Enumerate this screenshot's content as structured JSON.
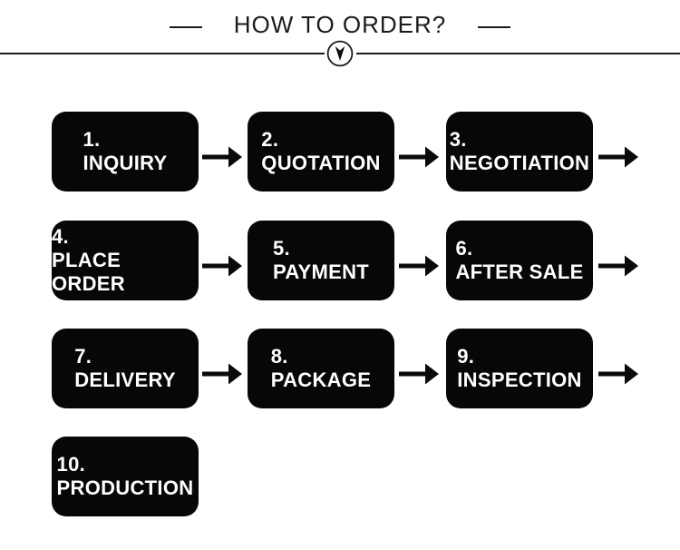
{
  "header": {
    "title": "HOW TO ORDER?"
  },
  "steps": [
    {
      "number": "1.",
      "label": "INQUIRY"
    },
    {
      "number": "2.",
      "label": "QUOTATION"
    },
    {
      "number": "3.",
      "label": "NEGOTIATION"
    },
    {
      "number": "4.",
      "label": "PLACE ORDER"
    },
    {
      "number": "5.",
      "label": "PAYMENT"
    },
    {
      "number": "6.",
      "label": "AFTER SALE"
    },
    {
      "number": "7.",
      "label": "DELIVERY"
    },
    {
      "number": "8.",
      "label": "PACKAGE"
    },
    {
      "number": "9.",
      "label": "INSPECTION"
    },
    {
      "number": "10.",
      "label": "PRODUCTION"
    }
  ],
  "icons": {
    "divider_arrow": "down-arrow",
    "flow_arrow": "arrow-right"
  },
  "colors": {
    "background": "#ffffff",
    "box_bg": "#070707",
    "box_text": "#ffffff",
    "line": "#1b1b1b"
  }
}
